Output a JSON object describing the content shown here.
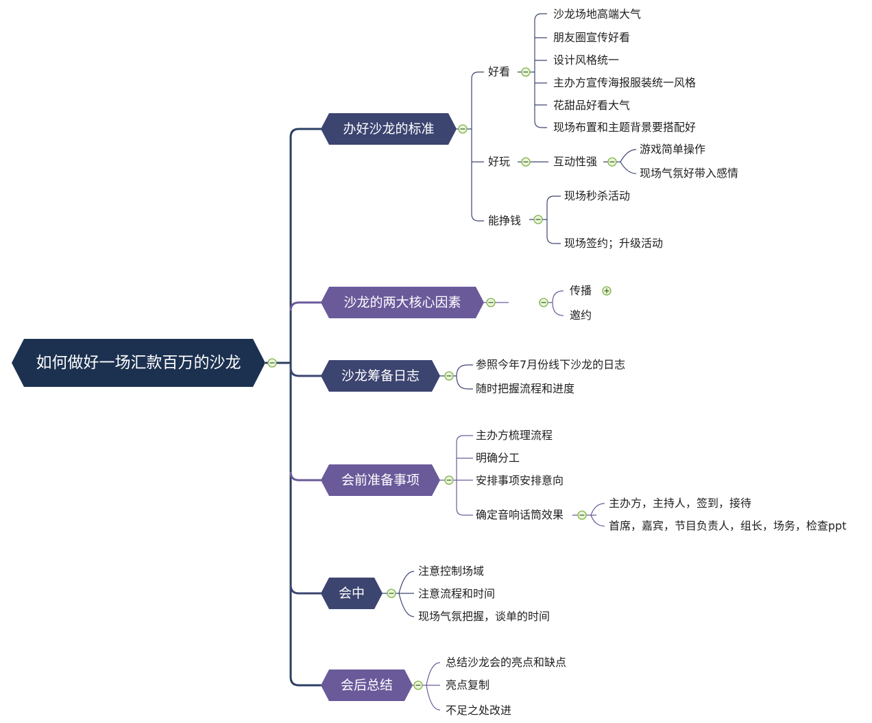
{
  "root": "如何做好一场汇款百万的沙龙",
  "branches": [
    {
      "title": "办好沙龙的标准",
      "children": [
        {
          "label": "好看",
          "children": [
            "沙龙场地高端大气",
            "朋友圈宣传好看",
            "设计风格统一",
            "主办方宣传海报服装统一风格",
            "花甜品好看大气",
            "现场布置和主题背景要搭配好"
          ]
        },
        {
          "label": "好玩",
          "children": [
            {
              "label": "互动性强",
              "children": [
                "游戏简单操作",
                "现场气氛好带入感情"
              ]
            }
          ]
        },
        {
          "label": "能挣钱",
          "children": [
            "现场秒杀活动",
            "现场签约；升级活动"
          ]
        }
      ]
    },
    {
      "title": "沙龙的两大核心因素",
      "children": [
        "传播",
        "邀约"
      ]
    },
    {
      "title": "沙龙筹备日志",
      "children": [
        "参照今年7月份线下沙龙的日志",
        "随时把握流程和进度"
      ]
    },
    {
      "title": "会前准备事项",
      "children": [
        "主办方梳理流程",
        "明确分工",
        "安排事项安排意向",
        {
          "label": "确定音响话筒效果",
          "children": [
            "主办方，主持人，签到，接待",
            "首席，嘉宾，节目负责人，组长，场务，检查ppt"
          ]
        }
      ]
    },
    {
      "title": "会中",
      "children": [
        "注意控制场域",
        "注意流程和时间",
        "现场气氛把握，谈单的时间"
      ]
    },
    {
      "title": "会后总结",
      "children": [
        "总结沙龙会的亮点和缺点",
        "亮点复制",
        "不足之处改进"
      ]
    }
  ],
  "colors": {
    "root": "#1c3150",
    "branch_dark": "#3c4470",
    "branch_purple": "#6a5a9a",
    "toggle_green": "#7cb342",
    "connector_dark": "#2b3f63",
    "connector_purple": "#6a5a9a"
  },
  "icons": {
    "collapse": "minus-circle-icon",
    "expand": "plus-circle-icon"
  }
}
